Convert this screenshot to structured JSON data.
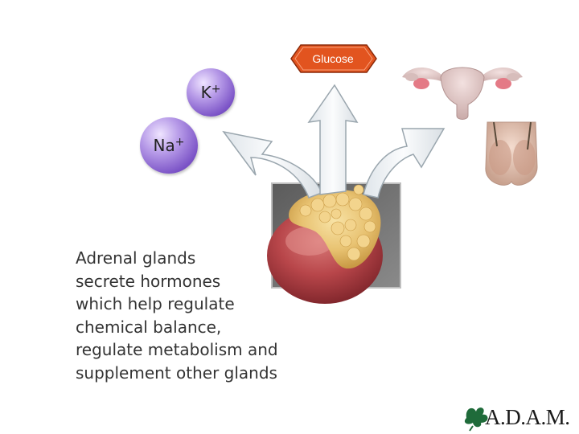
{
  "ions": {
    "potassium": {
      "symbol": "K",
      "charge": "+"
    },
    "sodium": {
      "symbol": "Na",
      "charge": "+"
    }
  },
  "glucose_label": "Glucose",
  "caption_lines": [
    "Adrenal glands",
    "secrete hormones",
    "which help regulate",
    "chemical balance,",
    "regulate metabolism and",
    "supplement other glands"
  ],
  "logo": {
    "text": "A.D.A.M."
  },
  "colors": {
    "ion_purple": "#7a52c6",
    "glucose_orange": "#e2541f",
    "arrow_fill": "#eef2f5",
    "caption_text": "#333333"
  }
}
